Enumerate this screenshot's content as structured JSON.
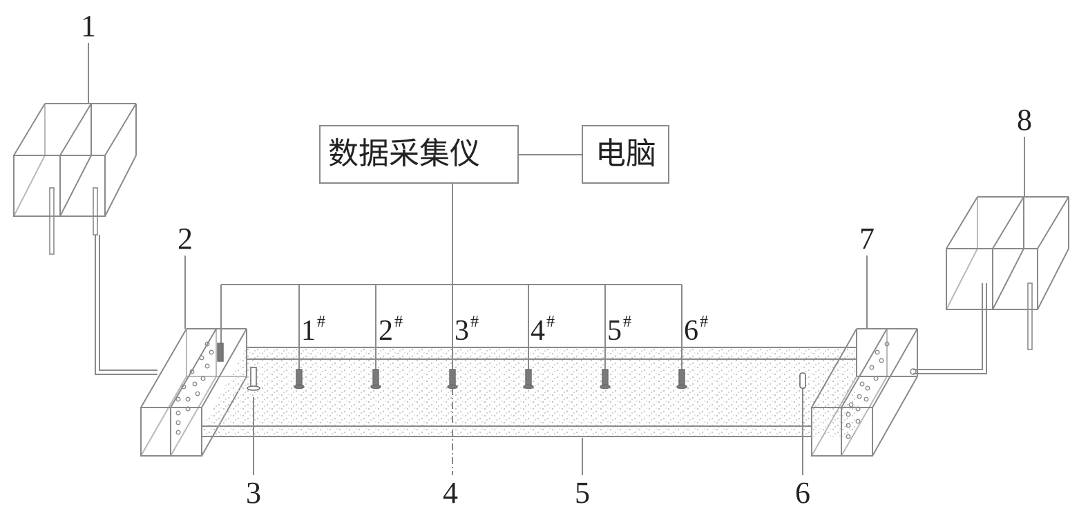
{
  "colors": {
    "line": "#8a8a8a",
    "dark": "#6e6e6e",
    "text": "#222222",
    "sand": "#cfcfcf"
  },
  "boxes": {
    "logger": "数据采集仪",
    "computer": "电脑"
  },
  "probes": [
    {
      "num": "1",
      "mark": "#"
    },
    {
      "num": "2",
      "mark": "#"
    },
    {
      "num": "3",
      "mark": "#"
    },
    {
      "num": "4",
      "mark": "#"
    },
    {
      "num": "5",
      "mark": "#"
    },
    {
      "num": "6",
      "mark": "#"
    }
  ],
  "callouts": [
    "1",
    "2",
    "3",
    "4",
    "5",
    "6",
    "7",
    "8"
  ]
}
